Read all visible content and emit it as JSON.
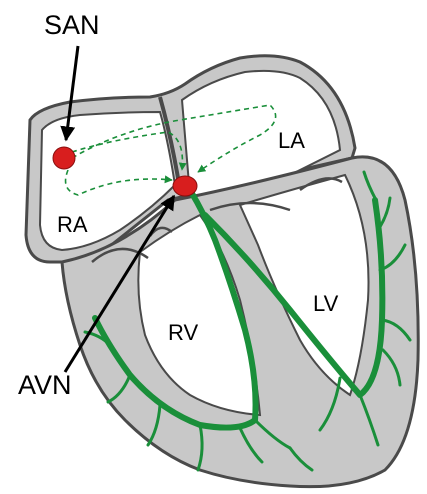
{
  "labels": {
    "san": "SAN",
    "avn": "AVN",
    "ra": "RA",
    "la": "LA",
    "rv": "RV",
    "lv": "LV"
  },
  "colors": {
    "tissue": "#c8c8c8",
    "outline": "#4a4a4a",
    "conduction": "#1a8f3a",
    "node": "#d81e1e",
    "arrow": "#000000"
  }
}
